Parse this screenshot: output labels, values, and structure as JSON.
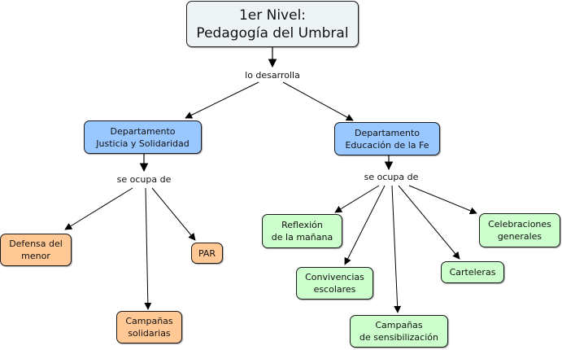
{
  "map": {
    "root": {
      "label": "1er Nivel:\nPedagogía del Umbral",
      "color": "#eef4f6"
    },
    "root_link": "lo desarrolla",
    "departments": [
      {
        "label": "Departamento\nJusticia y Solidaridad",
        "color": "#99c7ff",
        "link": "se ocupa de",
        "children": [
          {
            "label": "Defensa del\nmenor",
            "color": "#ffc895"
          },
          {
            "label": "PAR",
            "color": "#ffc895"
          },
          {
            "label": "Campañas\nsolidarias",
            "color": "#ffc895"
          }
        ]
      },
      {
        "label": "Departamento\nEducación de la Fe",
        "color": "#99c7ff",
        "link": "se ocupa de",
        "children": [
          {
            "label": "Reflexión\nde la mañana",
            "color": "#ccffcc"
          },
          {
            "label": "Convivencias\nescolares",
            "color": "#ccffcc"
          },
          {
            "label": "Campañas\nde sensibilización",
            "color": "#ccffcc"
          },
          {
            "label": "Carteleras",
            "color": "#ccffcc"
          },
          {
            "label": "Celebraciones\ngenerales",
            "color": "#ccffcc"
          }
        ]
      }
    ]
  }
}
